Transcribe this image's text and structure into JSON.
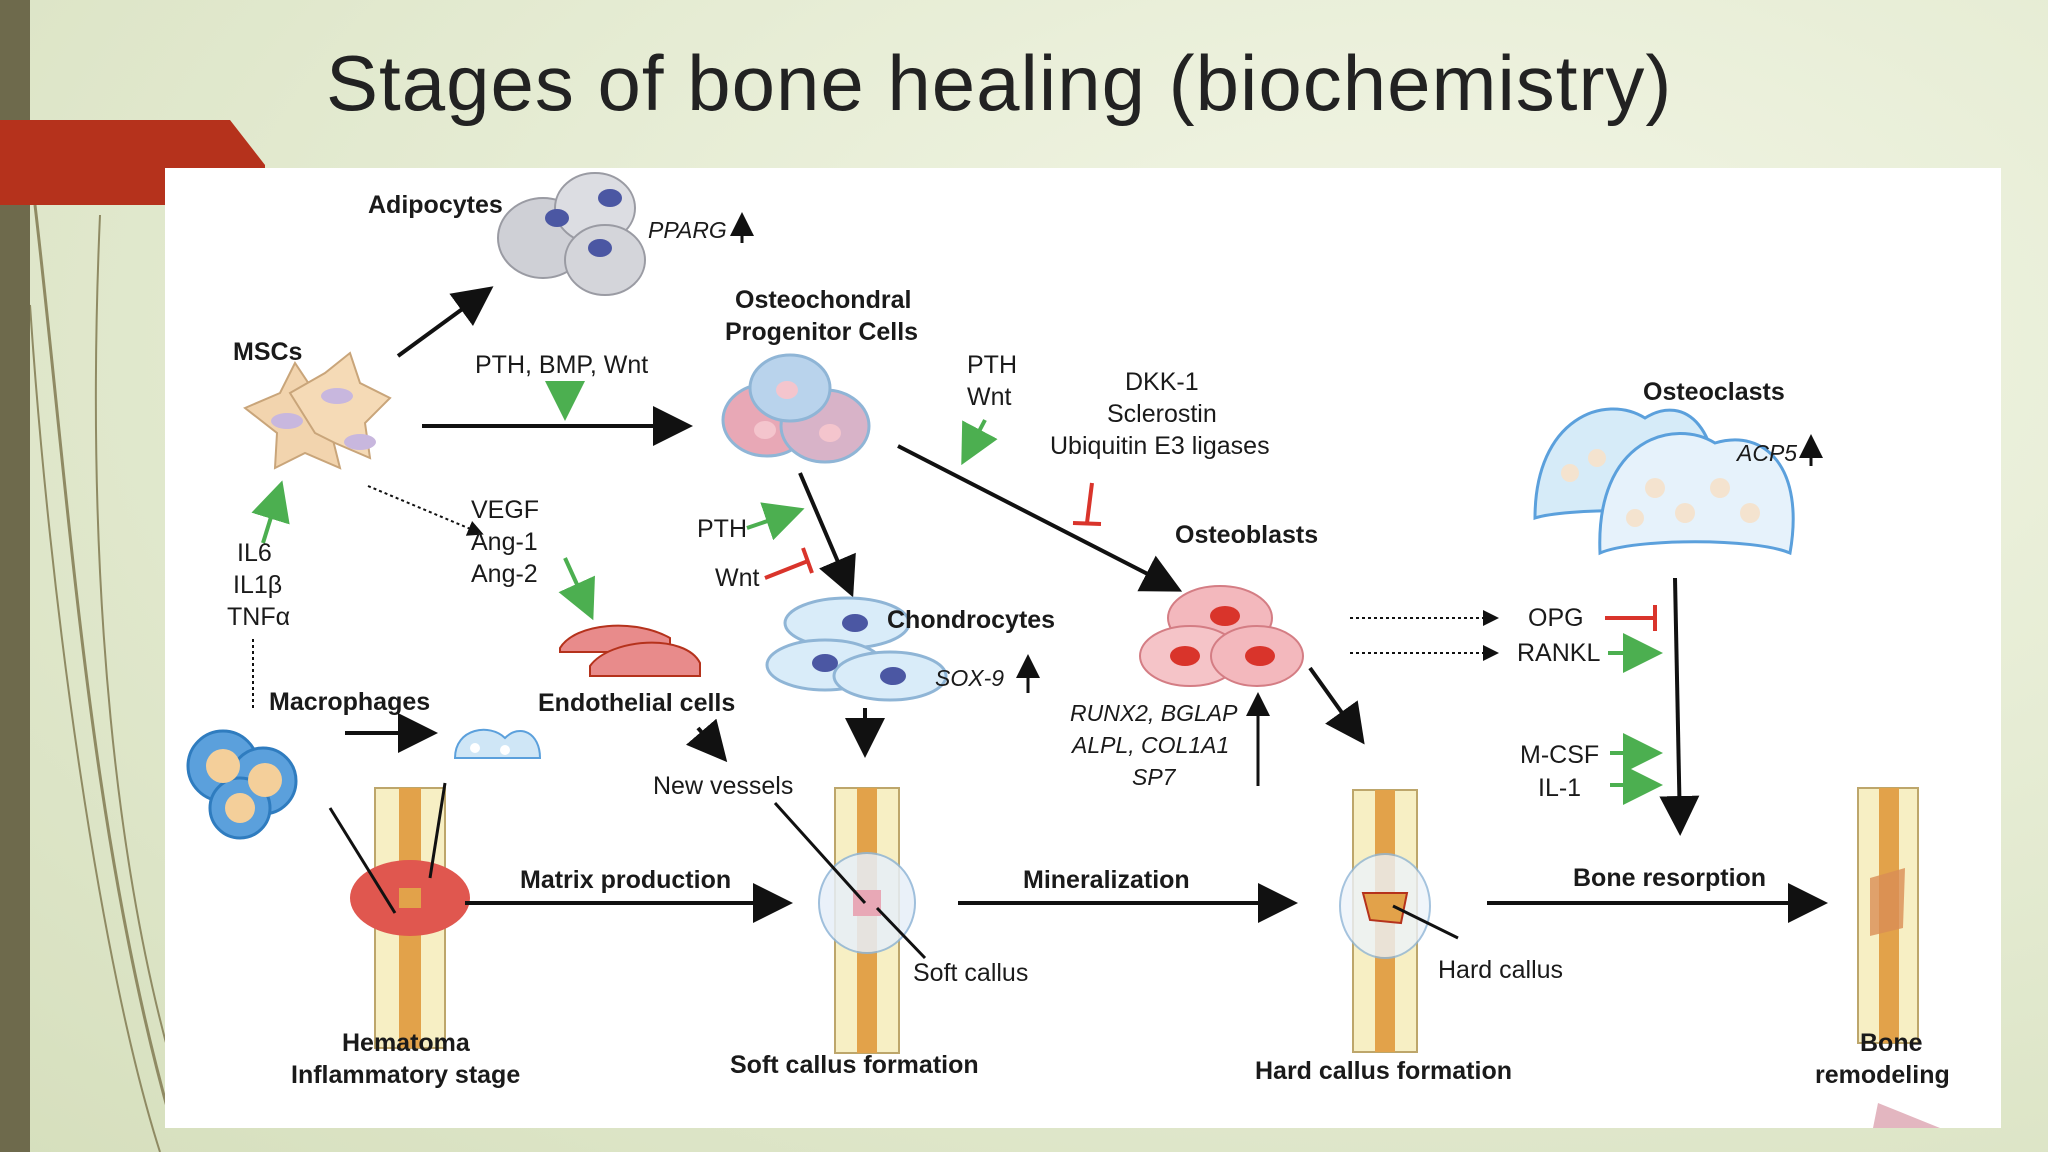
{
  "slide": {
    "title": "Stages of bone healing (biochemistry)"
  },
  "diagram": {
    "cells": {
      "adipocytes": "Adipocytes",
      "mscs": "MSCs",
      "osteochondral_line1": "Osteochondral",
      "osteochondral_line2": "Progenitor Cells",
      "osteoclasts": "Osteoclasts",
      "osteoblasts": "Osteoblasts",
      "chondrocytes": "Chondrocytes",
      "macrophages": "Macrophages",
      "endothelial": "Endothelial cells",
      "new_vessels": "New vessels"
    },
    "genes": {
      "pparg": "PPARG",
      "acp5": "ACP5",
      "sox9": "SOX-9",
      "osteo_line1": "RUNX2, BGLAP",
      "osteo_line2": "ALPL, COL1A1",
      "osteo_line3": "SP7"
    },
    "signals": {
      "pth_bmp_wnt": "PTH, BMP, Wnt",
      "pth_top": "PTH",
      "wnt_top": "Wnt",
      "dkk1": "DKK-1",
      "sclerostin": "Sclerostin",
      "ubiquitin": "Ubiquitin E3 ligases",
      "vegf": "VEGF",
      "ang1": "Ang-1",
      "ang2": "Ang-2",
      "il6": "IL6",
      "il1b": "IL1β",
      "tnfa": "TNFα",
      "pth_mid": "PTH",
      "wnt_mid": "Wnt",
      "opg": "OPG",
      "rankl": "RANKL",
      "mcsf": "M-CSF",
      "il1": "IL-1"
    },
    "processes": {
      "matrix": "Matrix production",
      "mineralization": "Mineralization",
      "resorption": "Bone resorption"
    },
    "stages": {
      "hematoma_line1": "Hematoma",
      "hematoma_line2": "Inflammatory stage",
      "soft_callus_formation": "Soft callus formation",
      "hard_callus_formation": "Hard callus formation",
      "remodeling_line1": "Bone",
      "remodeling_line2": "remodeling"
    },
    "annotations": {
      "soft_callus": "Soft callus",
      "hard_callus": "Hard callus"
    },
    "colors": {
      "activation": "#4caf50",
      "inhibition": "#d9342b",
      "bone": "#e2a24a",
      "accent_red": "#b5321c"
    }
  }
}
